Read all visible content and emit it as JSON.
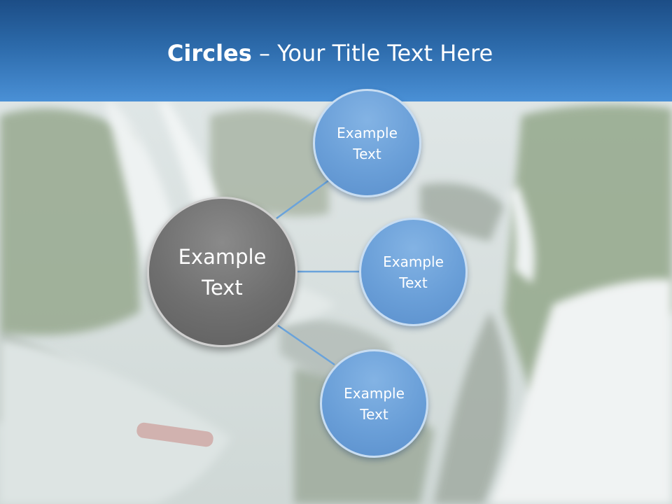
{
  "slide": {
    "title_bold": "Circles",
    "title_rest": " – Your Title Text Here"
  },
  "diagram": {
    "center": {
      "label_line1": "Example",
      "label_line2": "Text"
    },
    "nodes": [
      {
        "label_line1": "Example",
        "label_line2": "Text"
      },
      {
        "label_line1": "Example",
        "label_line2": "Text"
      },
      {
        "label_line1": "Example",
        "label_line2": "Text"
      }
    ]
  },
  "colors": {
    "header_dark": "#1c4d86",
    "header_light": "#4a90d6",
    "center_circle": "#6f6f6f",
    "node_circle": "#6a9fd8",
    "connector": "#6aa3db"
  }
}
